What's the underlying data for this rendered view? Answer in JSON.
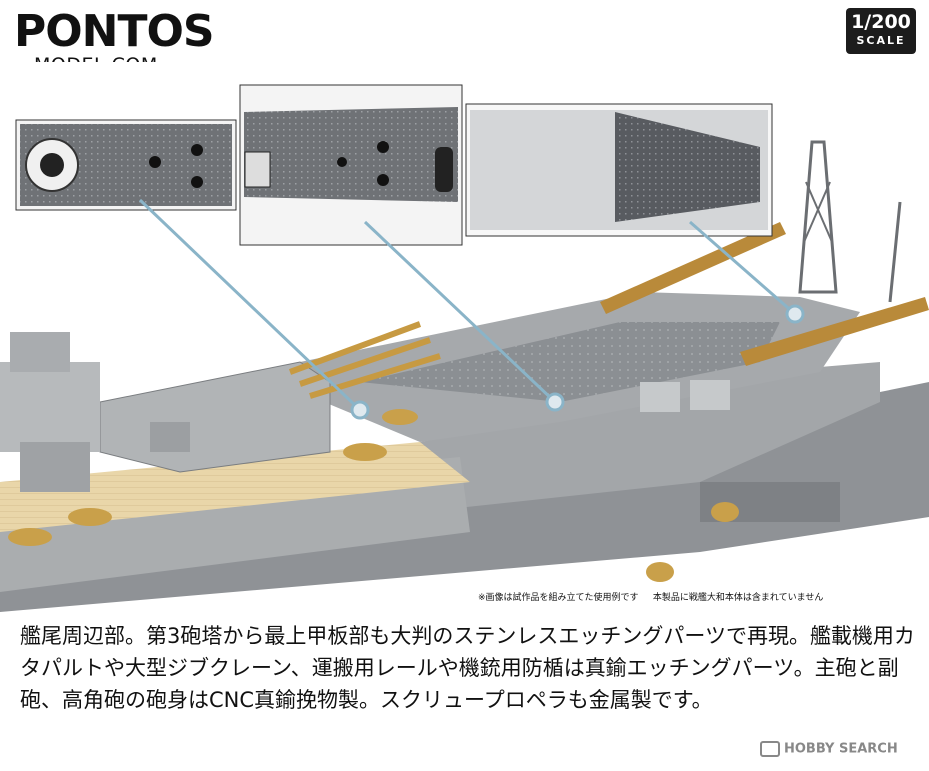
{
  "brand": {
    "name": "PONTOS",
    "site": "MODEL.COM"
  },
  "scale": {
    "ratio": "1/200",
    "label": "SCALE"
  },
  "disclaimer": {
    "note1": "※画像は試作品を組み立てた使用例です",
    "note2": "本製品に戦艦大和本体は含まれていません"
  },
  "caption": "艦尾周辺部。第3砲塔から最上甲板部も大判のステンレスエッチングパーツで再現。艦載機用カタパルトや大型ジブクレーン、運搬用レールや機銃用防楯は真鍮エッチングパーツ。主砲と副砲、高角砲の砲身はCNC真鍮挽物製。スクリュープロペラも金属製です。",
  "watermark": "HOBBY SEARCH",
  "colors": {
    "hull": "#9a9da0",
    "deck_wood": "#e8d5a8",
    "brass": "#c9a04a",
    "photo_etch": "#6b6e72"
  }
}
